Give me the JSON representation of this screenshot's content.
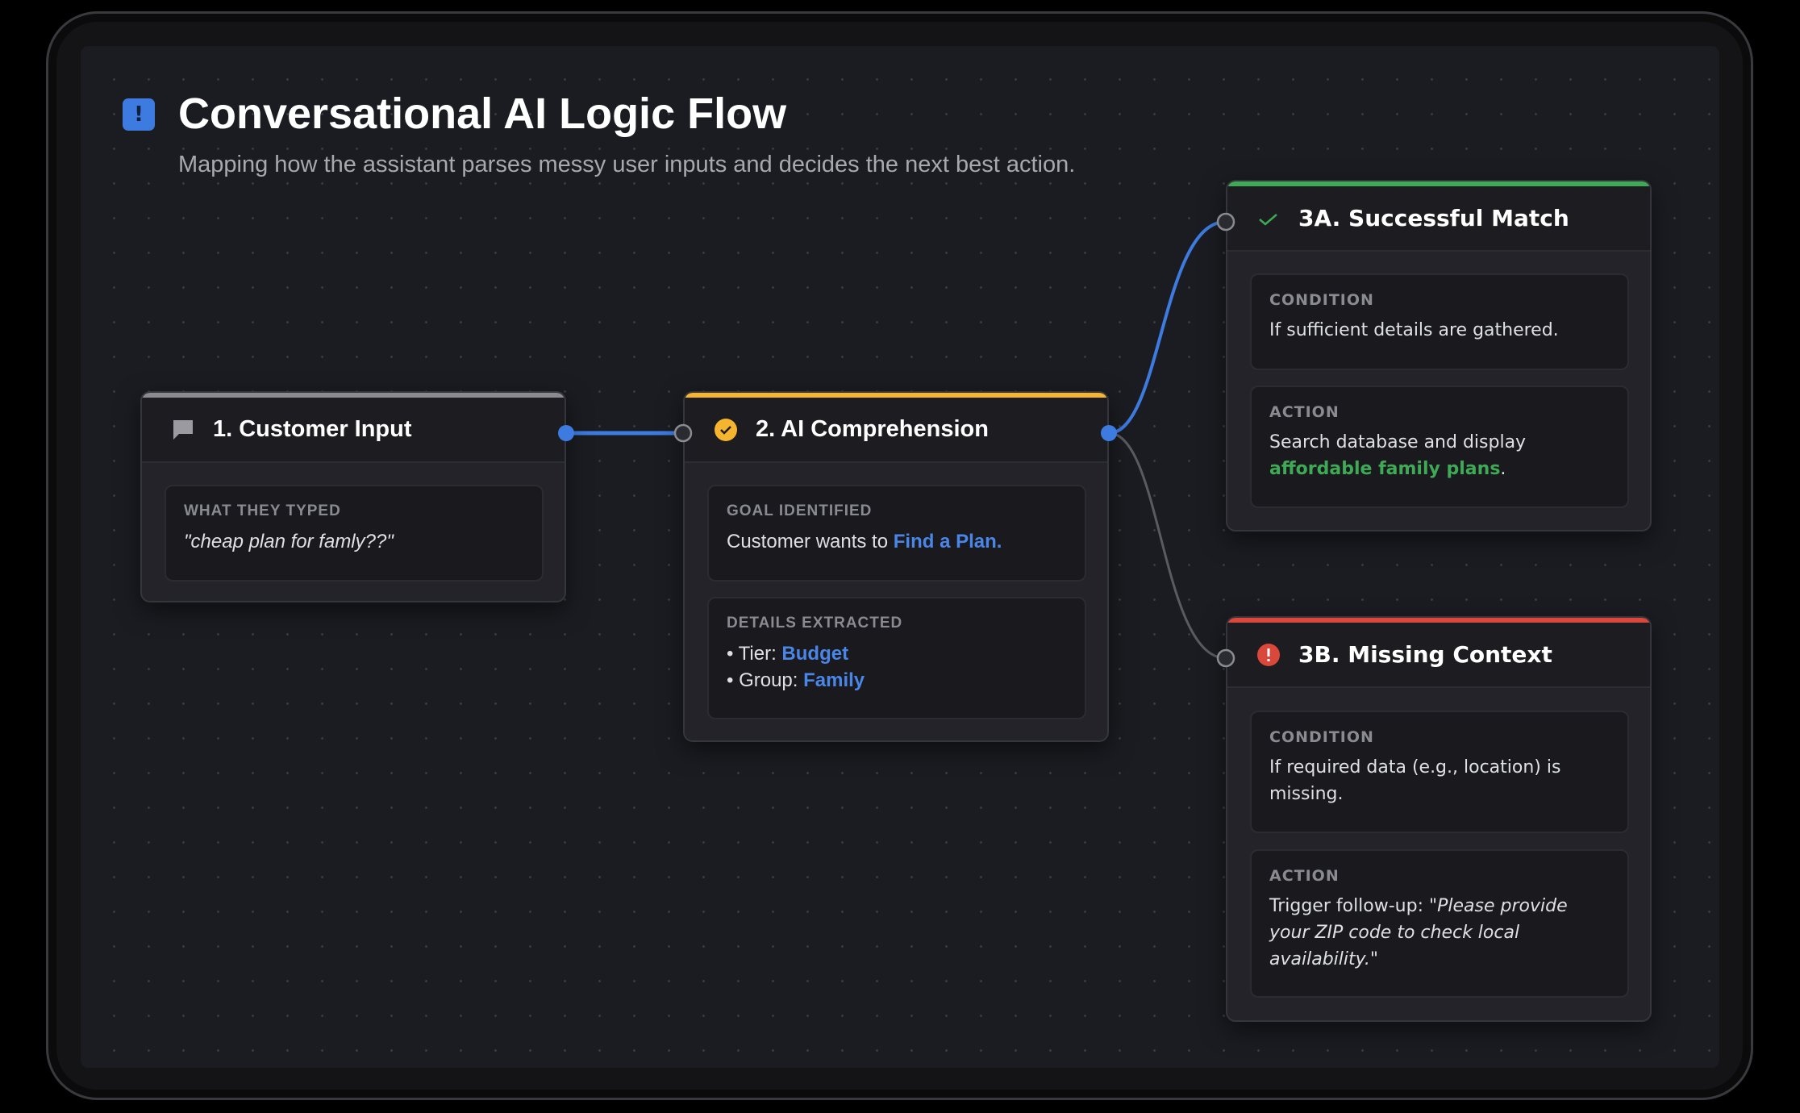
{
  "header": {
    "icon": "alert-square-icon",
    "icon_glyph": "!",
    "title": "Conversational AI Logic Flow",
    "subtitle": "Mapping how the assistant parses messy user inputs and decides the next best action."
  },
  "colors": {
    "accent_blue": "#4a86e8",
    "success_green": "#3faa55",
    "warning_yellow": "#f5b52e",
    "error_red": "#d9483b",
    "neutral_gray": "#8a8a8f"
  },
  "nodes": {
    "input": {
      "title": "1. Customer Input",
      "icon": "chat-bubble-icon",
      "label": "What they typed",
      "text": "\"cheap plan for famly??\""
    },
    "comprehension": {
      "title": "2. AI Comprehension",
      "icon": "check-circle-icon",
      "goal_label": "Goal identified",
      "goal_prefix": "Customer wants to ",
      "goal_value": "Find a Plan.",
      "details_label": "Details extracted",
      "details": [
        {
          "key": "Tier: ",
          "value": "Budget"
        },
        {
          "key": "Group: ",
          "value": "Family"
        }
      ]
    },
    "success": {
      "title": "3A. Successful Match",
      "icon": "check-icon",
      "condition_label": "Condition",
      "condition": "If sufficient details are gathered.",
      "action_label": "Action",
      "action_prefix": "Search database and display ",
      "action_highlight": "affordable family plans",
      "action_suffix": "."
    },
    "missing": {
      "title": "3B. Missing Context",
      "icon": "error-circle-icon",
      "condition_label": "Condition",
      "condition": "If required data (e.g., location) is missing.",
      "action_label": "Action",
      "action_prefix": "Trigger follow-up: ",
      "action_quote": "\"Please provide your ZIP code to check local availability.\""
    }
  }
}
